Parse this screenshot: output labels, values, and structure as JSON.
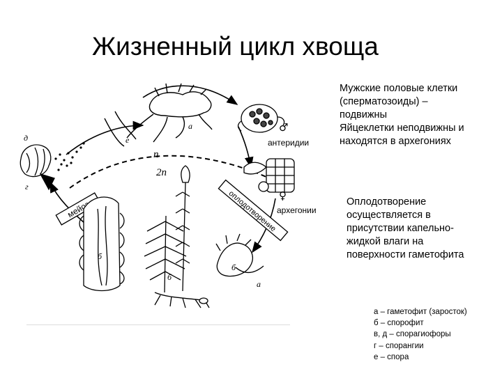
{
  "title": "Жизненный цикл хвоща",
  "labels": {
    "antheridia": "антеридии",
    "archegonia": "архегонии",
    "meiosis": "мейоз",
    "fertilization": "оплодотворение",
    "n": "n",
    "two_n": "2n"
  },
  "figure_letters": {
    "a_top": "а",
    "e_top": "е",
    "d_left": "д",
    "g_left": "г",
    "b_left": "б",
    "b_mid": "б",
    "a_bottom": "а",
    "b_sporo": "б",
    "male": "♂",
    "female": "♀"
  },
  "text_block_1": [
    "Мужские половые клетки",
    "(сперматозоиды) –",
    "подвижны",
    "Яйцеклетки неподвижны и",
    "находятся в архегониях"
  ],
  "text_block_2": [
    "Оплодотворение",
    "осуществляется в",
    "присутствии капельно-",
    "жидкой влаги на",
    "поверхности гаметофита"
  ],
  "legend": [
    "а – гаметофит (заросток)",
    "б – спорофит",
    "в, д – спорагиофоры",
    "г – спорангии",
    "е – спора"
  ],
  "colors": {
    "ink": "#000000",
    "background": "#ffffff"
  }
}
